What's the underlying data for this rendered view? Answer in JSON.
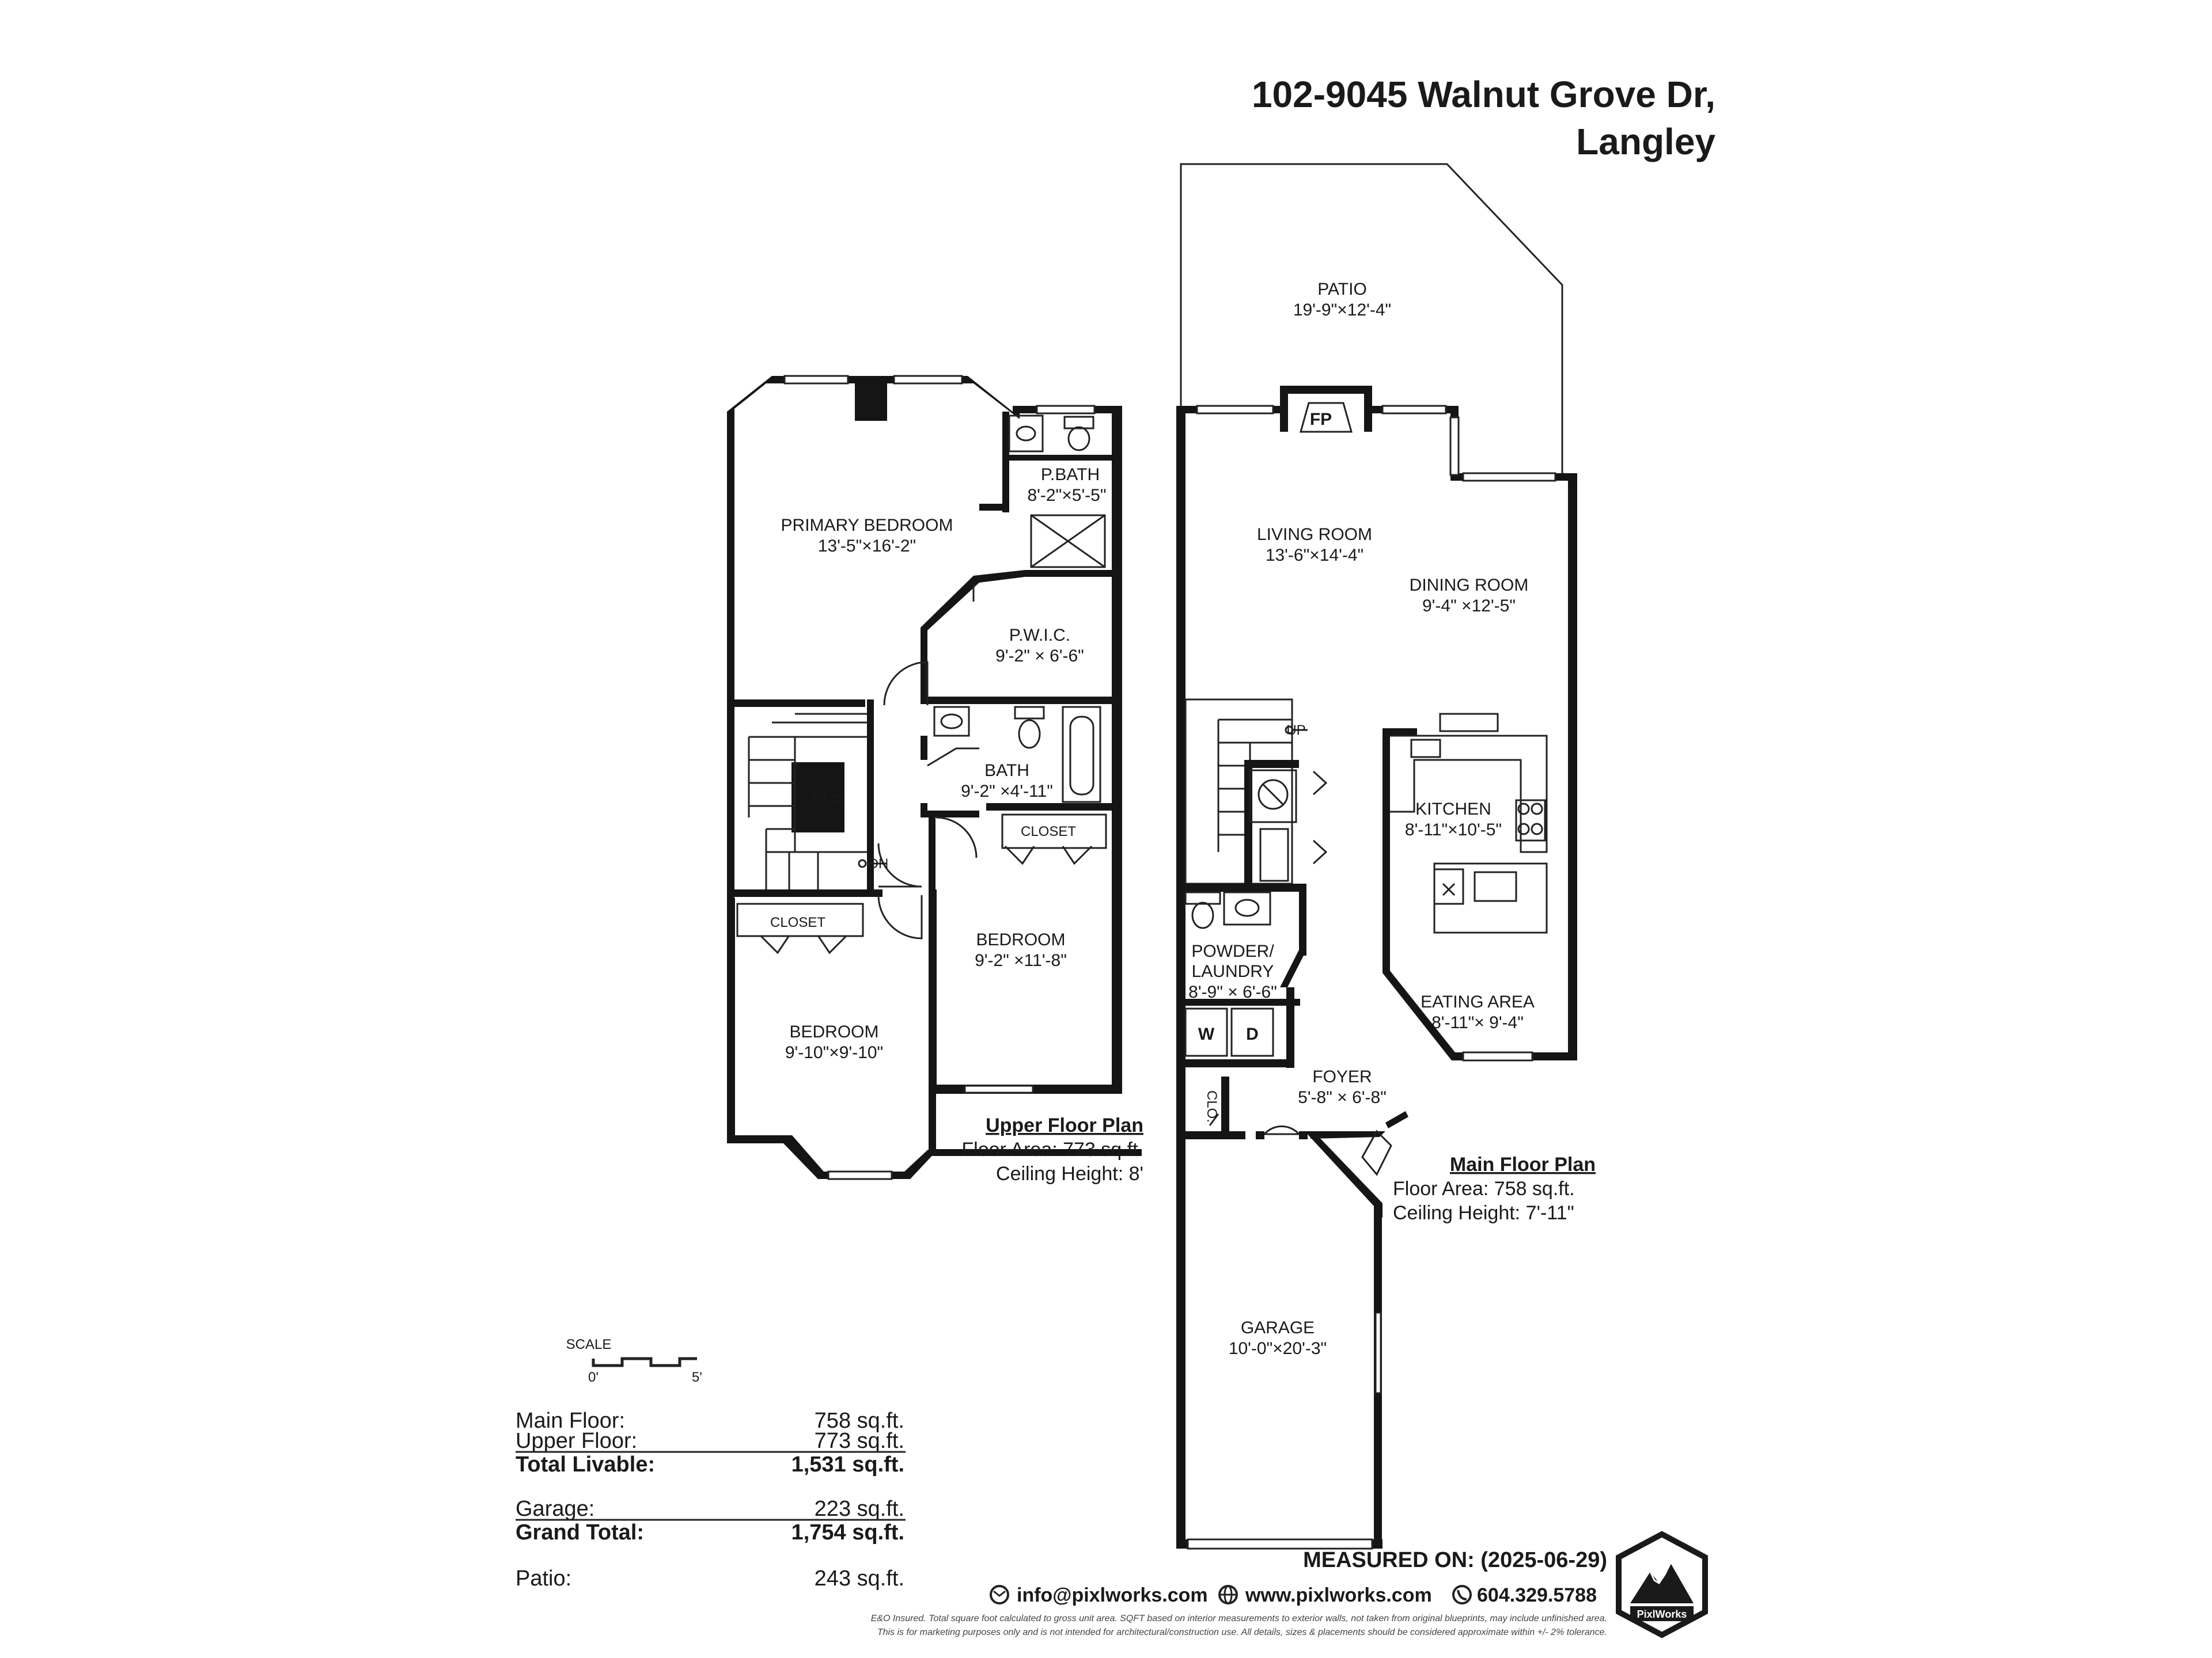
{
  "address": {
    "line1": "102-9045 Walnut Grove Dr,",
    "line2": "Langley"
  },
  "upper_rooms": {
    "primary_bedroom": {
      "name": "PRIMARY BEDROOM",
      "dims": "13'-5\"×16'-2\""
    },
    "pbath": {
      "name": "P.BATH",
      "dims": "8'-2\"×5'-5\""
    },
    "pwic": {
      "name": "P.W.I.C.",
      "dims": "9'-2\" × 6'-6\""
    },
    "bath": {
      "name": "BATH",
      "dims": "9'-2\" ×4'-11\""
    },
    "clo": "CLO.",
    "dn": "DN",
    "closet1": "CLOSET",
    "closet2": "CLOSET",
    "bedroom1": {
      "name": "BEDROOM",
      "dims": "9'-2\" ×11'-8\""
    },
    "bedroom2": {
      "name": "BEDROOM",
      "dims": "9'-10\"×9'-10\""
    }
  },
  "upper_info": {
    "title": "Upper Floor Plan",
    "area": "Floor Area: 773 sq.ft.",
    "ceiling": "Ceiling Height: 8'"
  },
  "main_rooms": {
    "patio": {
      "name": "PATIO",
      "dims": "19'-9\"×12'-4\""
    },
    "fp": "FP",
    "living": {
      "name": "LIVING ROOM",
      "dims": "13'-6\"×14'-4\""
    },
    "dining": {
      "name": "DINING ROOM",
      "dims": "9'-4\" ×12'-5\""
    },
    "up": "UP",
    "kitchen": {
      "name": "KITCHEN",
      "dims": "8'-11\"×10'-5\""
    },
    "powder": {
      "name1": "POWDER/",
      "name2": "LAUNDRY",
      "dims": "8'-9\" × 6'-6\""
    },
    "washer": "W",
    "dryer": "D",
    "eating": {
      "name": "EATING AREA",
      "dims": "8'-11\"× 9'-4\""
    },
    "clo": "CLO.",
    "foyer": {
      "name": "FOYER",
      "dims": "5'-8\" × 6'-8\""
    },
    "garage": {
      "name": "GARAGE",
      "dims": "10'-0\"×20'-3\""
    }
  },
  "main_info": {
    "title": "Main Floor Plan",
    "area": "Floor Area: 758 sq.ft.",
    "ceiling": "Ceiling Height: 7'-11\""
  },
  "scale": {
    "label": "SCALE",
    "start": "0'",
    "end": "5'"
  },
  "totals": [
    {
      "label": "Main Floor:",
      "value": "758 sq.ft.",
      "bold": false
    },
    {
      "label": "Upper Floor:",
      "value": "773 sq.ft.",
      "bold": false
    },
    {
      "label": "Total Livable:",
      "value": "1,531 sq.ft.",
      "bold": true
    },
    {
      "label": "Garage:",
      "value": "223 sq.ft.",
      "bold": false
    },
    {
      "label": "Grand Total:",
      "value": "1,754 sq.ft.",
      "bold": true
    },
    {
      "label": "Patio:",
      "value": "243 sq.ft.",
      "bold": false
    }
  ],
  "measured_on": "MEASURED ON: (2025-06-29)",
  "contact": {
    "email": "info@pixlworks.com",
    "web": "www.pixlworks.com",
    "phone": "604.329.5788"
  },
  "logo_text": "PixlWorks",
  "disclaimer": {
    "line1": "E&O Insured.  Total square foot calculated to gross unit area. SQFT based on interior measurements to exterior walls, not taken from original blueprints, may include unfinished area.",
    "line2": "This is for marketing purposes only and is not intended for architectural/construction use.  All details, sizes & placements should be considered approximate within +/- 2% tolerance."
  }
}
